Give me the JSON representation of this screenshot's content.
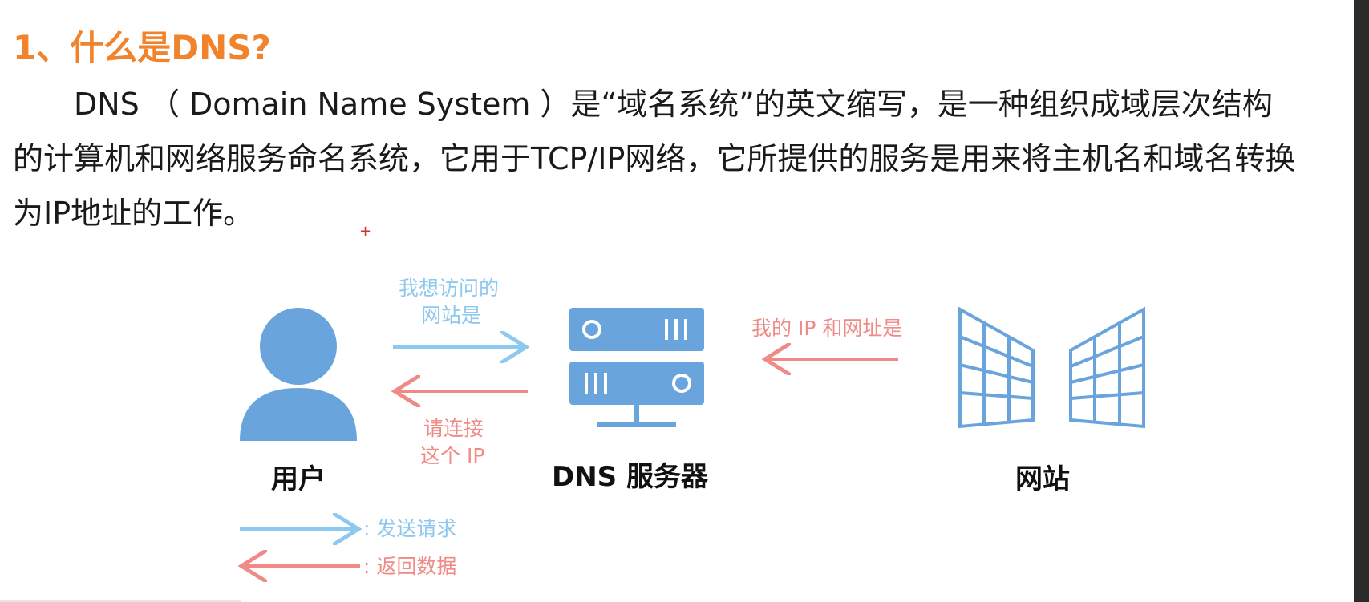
{
  "heading": "1、什么是DNS?",
  "paragraph": {
    "line1": "DNS （ Domain Name System ）是“域名系统”的英文缩写，是一种组织成域层次结构",
    "line2": "的计算机和网络服务命名系统，它用于TCP/IP网络，它所提供的服务是用来将主机名和域名转换",
    "line3": "为IP地址的工作。"
  },
  "diagram": {
    "nodes": {
      "user": "用户",
      "dns_server": "DNS 服务器",
      "website": "网站"
    },
    "arrows": {
      "request_label_line1": "我想访问的",
      "request_label_line2": "网站是",
      "reply_label_line1": "请连接",
      "reply_label_line2": "这个 IP",
      "website_label": "我的 IP 和网址是"
    },
    "legend": {
      "send": ": 发送请求",
      "return": ": 返回数据"
    },
    "colors": {
      "request": "#8dc8ee",
      "response": "#ef8a86",
      "icon": "#6aa4dd",
      "heading": "#f0832b"
    }
  }
}
